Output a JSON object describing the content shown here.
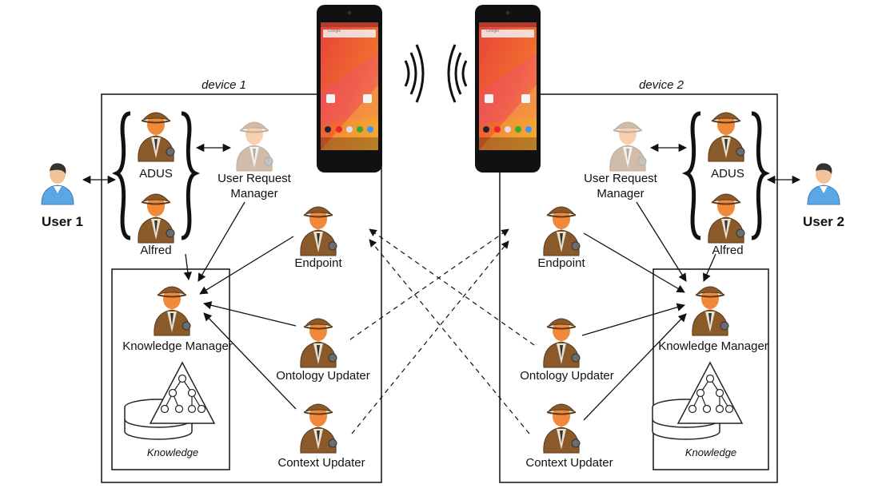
{
  "device1": {
    "title": "device 1",
    "user": "User 1",
    "adus": "ADUS",
    "alfred": "Alfred",
    "urm": [
      "User Request",
      "Manager"
    ],
    "endpoint": "Endpoint",
    "km": "Knowledge Manager",
    "knowledge": "Knowledge",
    "ontology": "Ontology Updater",
    "context": "Context Updater"
  },
  "device2": {
    "title": "device 2",
    "user": "User 2",
    "adus": "ADUS",
    "alfred": "Alfred",
    "urm": [
      "User Request",
      "Manager"
    ],
    "endpoint": "Endpoint",
    "km": "Knowledge Manager",
    "knowledge": "Knowledge",
    "ontology": "Ontology Updater",
    "context": "Context Updater"
  },
  "phone_search_label": "Google",
  "colors": {
    "agent_body": "#8b5a2b",
    "agent_face": "#f08a3a",
    "user_shirt": "#5aa7e6",
    "phone_screen_top": "#e8433a",
    "phone_screen_bottom": "#f6a623"
  }
}
